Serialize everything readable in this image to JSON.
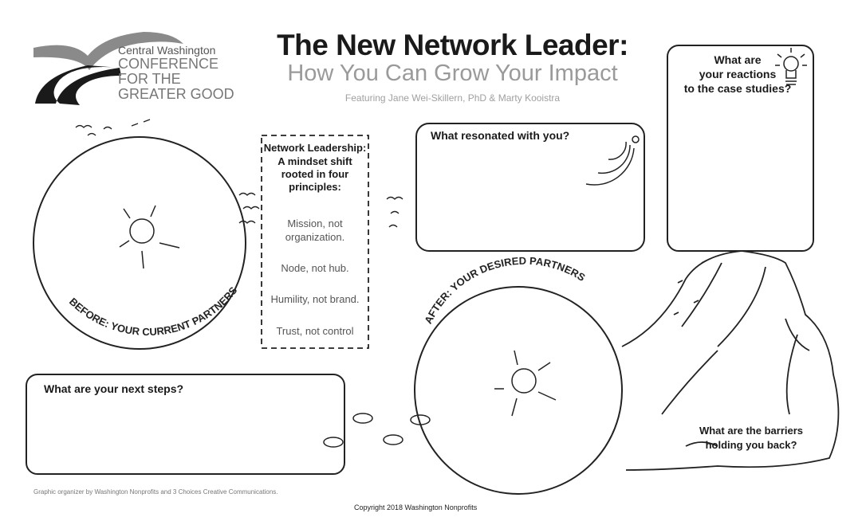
{
  "logo": {
    "line1": "Central Washington",
    "line2": "CONFERENCE",
    "line3": "FOR THE",
    "line4": "GREATER GOOD"
  },
  "header": {
    "title": "The New Network Leader:",
    "subtitle": "How You Can Grow Your Impact",
    "featuring": "Featuring Jane Wei-Skillern, PhD & Marty Kooistra"
  },
  "reactions": {
    "line1": "What are",
    "line2": "your reactions",
    "line3": "to the case studies?"
  },
  "resonated": "What resonated with you?",
  "before_label": "BEFORE: YOUR CURRENT PARTNERS",
  "after_label": "AFTER: YOUR DESIRED PARTNERS",
  "leadership": {
    "heading": "Network Leadership:",
    "sub1": "A mindset shift",
    "sub2": "rooted in four",
    "sub3": "principles:",
    "principles": [
      {
        "line1": "Mission, not",
        "line2": "organization."
      },
      {
        "line1": "Node, not hub."
      },
      {
        "line1": "Humility, not brand."
      },
      {
        "line1": "Trust, not control"
      }
    ]
  },
  "next_steps": "What are your next steps?",
  "barriers": {
    "line1": "What are the barriers",
    "line2": "holding you back?"
  },
  "footer": {
    "credit": "Graphic organizer by Washington Nonprofits and 3 Choices Creative Communications.",
    "copyright": "Copyright 2018 Washington Nonprofits"
  }
}
